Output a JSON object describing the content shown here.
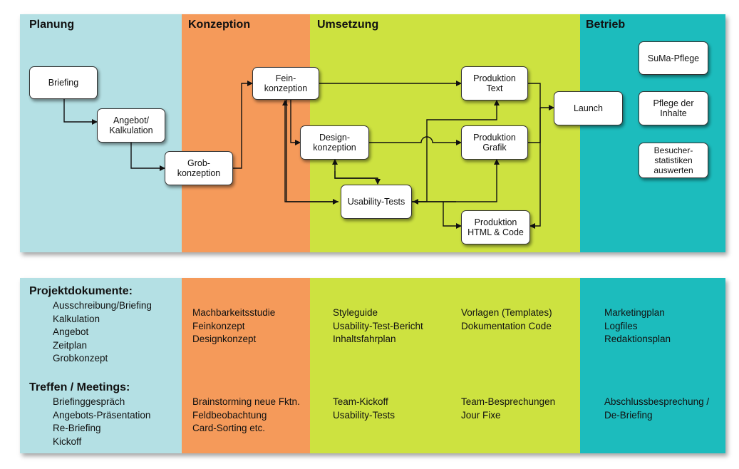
{
  "phases": {
    "planung": "Planung",
    "konzeption": "Konzeption",
    "umsetzung": "Umsetzung",
    "betrieb": "Betrieb"
  },
  "nodes": {
    "briefing": "Briefing",
    "angebot": "Angebot/\nKalkulation",
    "grobkonzeption": "Grob-\nkonzeption",
    "feinkonzeption": "Fein-\nkonzeption",
    "designkonzeption": "Design-\nkonzeption",
    "usability_tests": "Usability-Tests",
    "produktion_text": "Produktion\nText",
    "produktion_grafik": "Produktion\nGrafik",
    "produktion_html": "Produktion\nHTML & Code",
    "launch": "Launch",
    "suma_pflege": "SuMa-Pflege",
    "pflege_inhalte": "Pflege der\nInhalte",
    "besucherstatistiken": "Besucher-\nstatistiken\nauswerten"
  },
  "documents": {
    "projektdokumente_title": "Projektdokumente:",
    "treffen_title": "Treffen / Meetings:",
    "planung_docs": [
      "Ausschreibung/Briefing",
      "Kalkulation",
      "Angebot",
      "Zeitplan",
      "Grobkonzept"
    ],
    "planung_meetings": [
      "Briefinggespräch",
      "Angebots-Präsentation",
      "Re-Briefing",
      "Kickoff"
    ],
    "konzeption_docs": [
      "Machbarkeitsstudie",
      "Feinkonzept",
      "Designkonzept"
    ],
    "konzeption_meetings": [
      "Brainstorming neue Fktn.",
      "Feldbeobachtung",
      "Card-Sorting etc."
    ],
    "umsetzung_docs_1": [
      "Styleguide",
      "Usability-Test-Bericht",
      "Inhaltsfahrplan"
    ],
    "umsetzung_docs_2": [
      "Vorlagen (Templates)",
      "Dokumentation Code"
    ],
    "umsetzung_meetings_1": [
      "Team-Kickoff",
      "Usability-Tests"
    ],
    "umsetzung_meetings_2": [
      "Team-Besprechungen",
      "Jour Fixe"
    ],
    "betrieb_docs": [
      "Marketingplan",
      "Logfiles",
      "Redaktionsplan"
    ],
    "betrieb_meetings": [
      "Abschlussbesprechung /",
      "De-Briefing"
    ]
  }
}
